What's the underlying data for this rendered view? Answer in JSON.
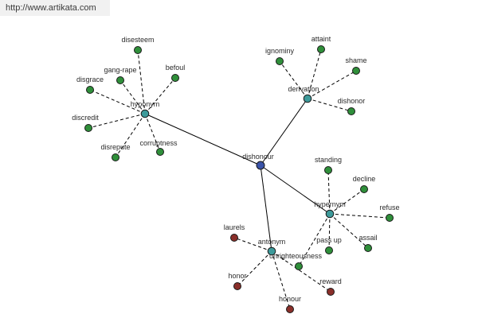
{
  "watermark": "http://www.artikata.com",
  "colors": {
    "center": "#3a53a8",
    "relation": "#3d9a9a",
    "positive": "#2f8f3a",
    "antonym": "#8a2f2a"
  },
  "center": {
    "id": "dishonour",
    "label": "dishonour"
  },
  "relations": [
    {
      "id": "hyponym",
      "label": "hyponym",
      "terms": [
        {
          "label": "disesteem",
          "kind": "positive"
        },
        {
          "label": "gang-rape",
          "kind": "positive"
        },
        {
          "label": "befoul",
          "kind": "positive"
        },
        {
          "label": "disgrace",
          "kind": "positive"
        },
        {
          "label": "discredit",
          "kind": "positive"
        },
        {
          "label": "disrepute",
          "kind": "positive"
        },
        {
          "label": "corruptness",
          "kind": "positive"
        }
      ]
    },
    {
      "id": "derivation",
      "label": "derivation",
      "terms": [
        {
          "label": "attaint",
          "kind": "positive"
        },
        {
          "label": "ignominy",
          "kind": "positive"
        },
        {
          "label": "shame",
          "kind": "positive"
        },
        {
          "label": "dishonor",
          "kind": "positive"
        }
      ]
    },
    {
      "id": "hypernym",
      "label": "hypernym",
      "terms": [
        {
          "label": "standing",
          "kind": "positive"
        },
        {
          "label": "decline",
          "kind": "positive"
        },
        {
          "label": "refuse",
          "kind": "positive"
        },
        {
          "label": "assail",
          "kind": "positive"
        },
        {
          "label": "pass up",
          "kind": "positive"
        },
        {
          "label": "unrighteousness",
          "kind": "positive"
        }
      ]
    },
    {
      "id": "antonym",
      "label": "antonym",
      "terms": [
        {
          "label": "laurels",
          "kind": "antonym"
        },
        {
          "label": "honor",
          "kind": "antonym"
        },
        {
          "label": "honour",
          "kind": "antonym"
        },
        {
          "label": "reward",
          "kind": "antonym"
        }
      ]
    }
  ]
}
